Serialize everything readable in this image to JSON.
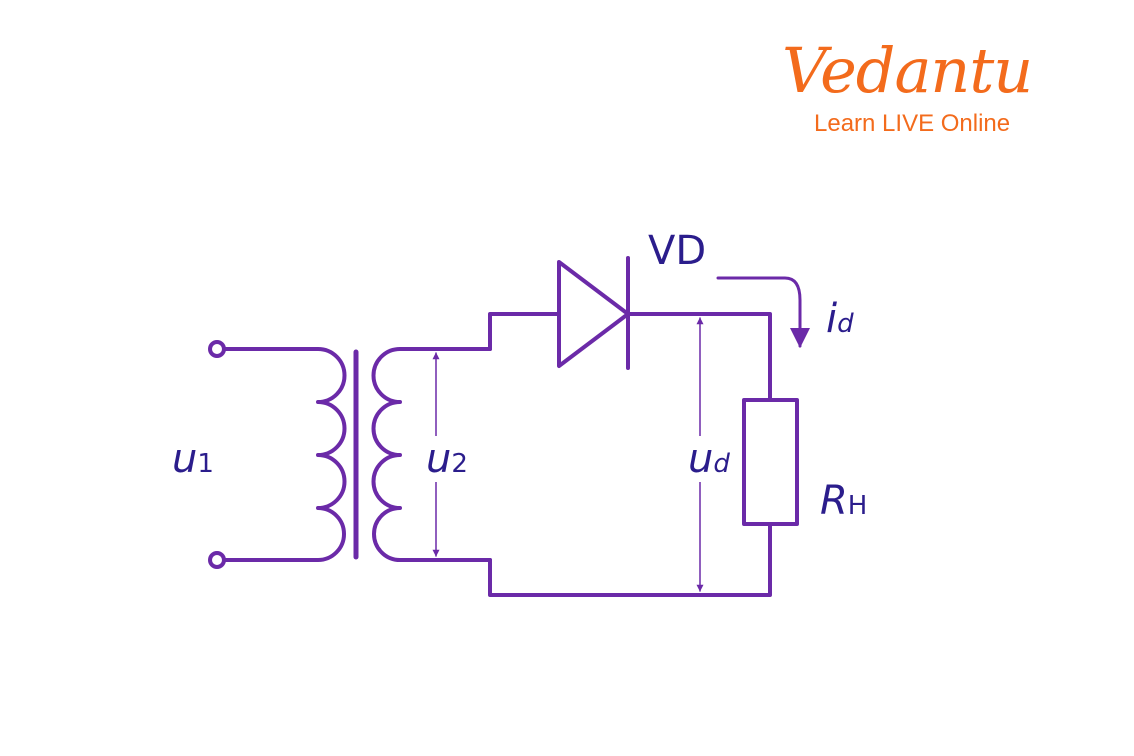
{
  "logo": {
    "brand": "Vedantu",
    "tagline": "Learn LIVE Online"
  },
  "labels": {
    "u1": {
      "base": "u",
      "sub": "1"
    },
    "u2": {
      "base": "u",
      "sub": "2"
    },
    "ud": {
      "base": "u",
      "sub": "d"
    },
    "vd": "VD",
    "id": {
      "base": "i",
      "sub": "d"
    },
    "rh": {
      "base": "R",
      "sub": "H"
    }
  },
  "colors": {
    "wire": "#6b2aa8",
    "label": "#2b1d8c",
    "brand": "#f36b1c"
  }
}
